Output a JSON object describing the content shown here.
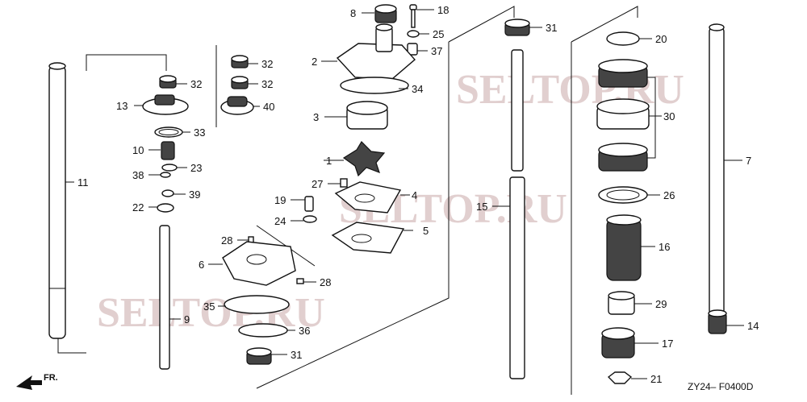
{
  "diagram": {
    "code": "ZY24– F0400D",
    "front_marker": "FR.",
    "watermarks": [
      "SELTOP.RU",
      "SELTOP.RU",
      "SELTOP.RU"
    ],
    "callouts": [
      "1",
      "2",
      "3",
      "4",
      "5",
      "6",
      "7",
      "8",
      "9",
      "10",
      "11",
      "13",
      "14",
      "15",
      "16",
      "17",
      "18",
      "19",
      "20",
      "21",
      "22",
      "23",
      "24",
      "25",
      "26",
      "27",
      "28",
      "28",
      "29",
      "30",
      "31",
      "31",
      "32",
      "32",
      "32",
      "33",
      "34",
      "35",
      "36",
      "37",
      "38",
      "39",
      "40"
    ]
  }
}
